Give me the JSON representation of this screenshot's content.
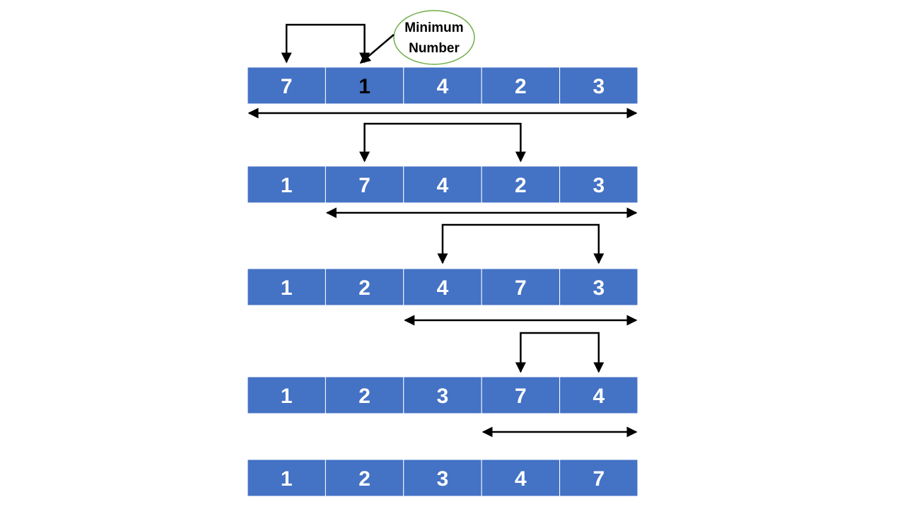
{
  "colors": {
    "cell_fill": "#4472C4",
    "cell_border": "#ffffff",
    "cell_text": "#ffffff",
    "highlight_text": "#000000",
    "arrow": "#000000",
    "callout_border": "#70AD47",
    "background": "#ffffff"
  },
  "callout": {
    "line1": "Minimum",
    "line2": "Number"
  },
  "rows": [
    {
      "values": [
        "7",
        "1",
        "4",
        "2",
        "3"
      ],
      "highlight_index": 1,
      "swap": [
        0,
        1
      ],
      "range_start": 0
    },
    {
      "values": [
        "1",
        "7",
        "4",
        "2",
        "3"
      ],
      "highlight_index": null,
      "swap": [
        1,
        3
      ],
      "range_start": 1
    },
    {
      "values": [
        "1",
        "2",
        "4",
        "7",
        "3"
      ],
      "highlight_index": null,
      "swap": [
        2,
        4
      ],
      "range_start": 2
    },
    {
      "values": [
        "1",
        "2",
        "3",
        "7",
        "4"
      ],
      "highlight_index": null,
      "swap": [
        3,
        4
      ],
      "range_start": 3
    },
    {
      "values": [
        "1",
        "2",
        "3",
        "4",
        "7"
      ],
      "highlight_index": null,
      "swap": null,
      "range_start": null
    }
  ]
}
